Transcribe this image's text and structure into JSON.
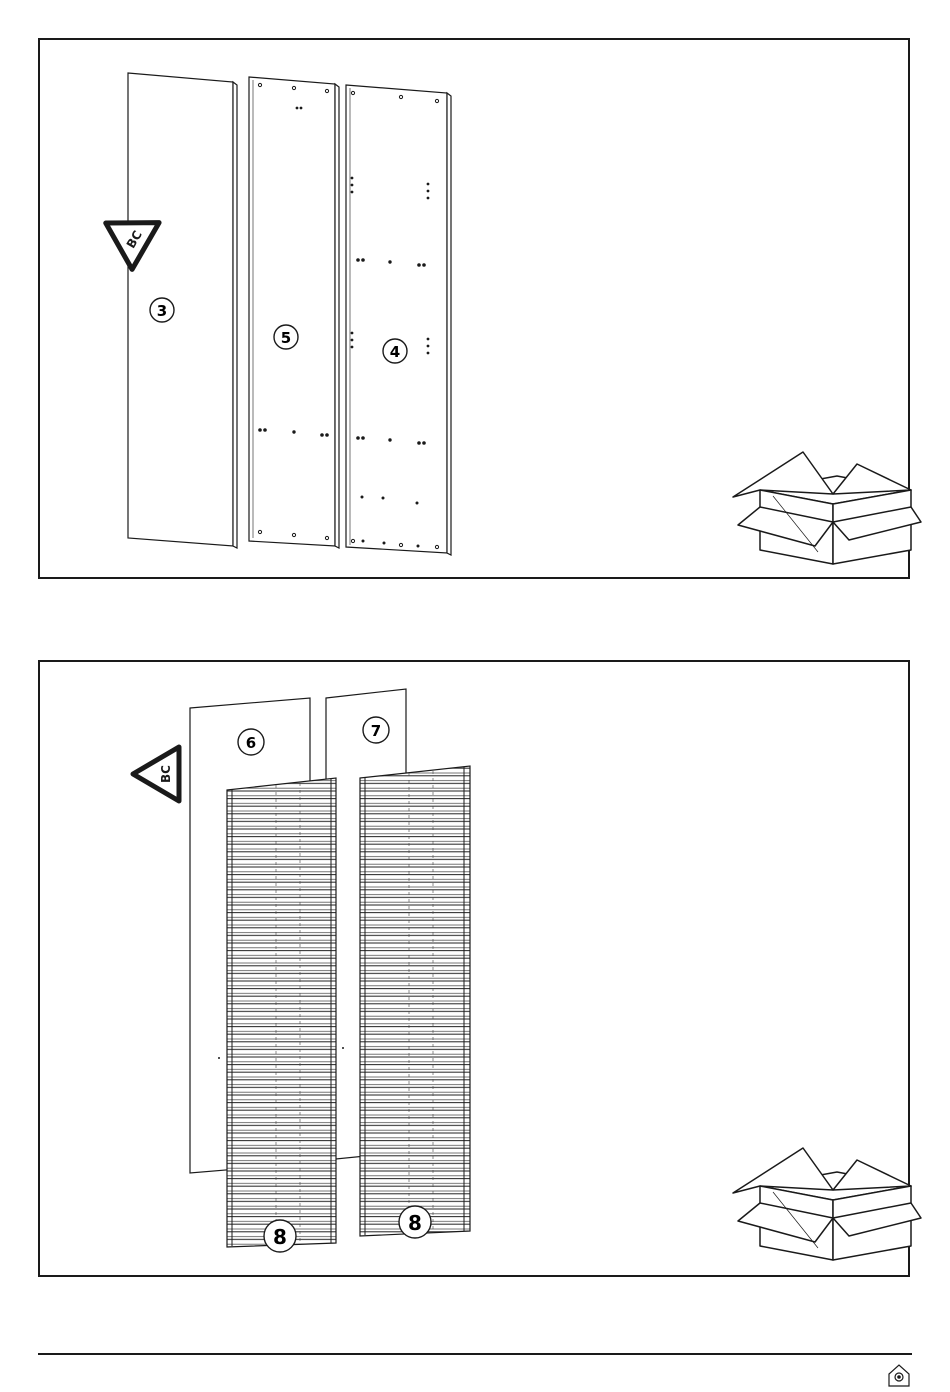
{
  "step1": {
    "part_numbers": [
      "3",
      "5",
      "4"
    ],
    "edge_label": "BC",
    "box_icon": "open-box-icon"
  },
  "step2": {
    "part_numbers": [
      "6",
      "7",
      "8",
      "8"
    ],
    "edge_label": "BC",
    "box_icon": "open-box-icon"
  },
  "footer": {
    "logo_icon": "brand-logo-icon"
  }
}
